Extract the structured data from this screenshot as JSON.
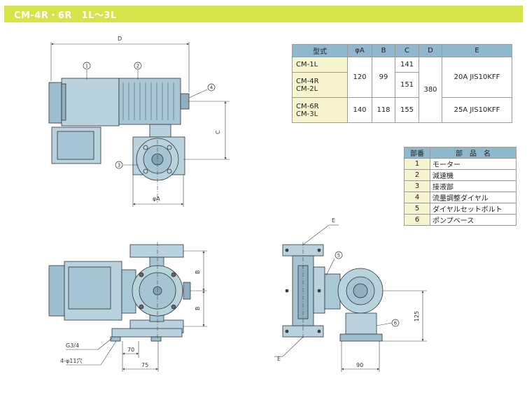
{
  "title": "CM-4R・6R　1L〜3L",
  "dims": {
    "D": "D",
    "C": "C",
    "phiA": "φA",
    "B_top": "B",
    "B_bottom": "B",
    "E_top": "E",
    "E_bottom": "E",
    "d70": "70",
    "d75": "75",
    "d90": "90",
    "d125": "125",
    "g34": "G3/4",
    "holes": "4-φ11穴"
  },
  "callouts": {
    "c1": "1",
    "c2": "2",
    "c3": "3",
    "c4": "4",
    "c5": "5",
    "c6": "6"
  },
  "spec_table": {
    "headers": [
      "型式",
      "φA",
      "B",
      "C",
      "D",
      "E"
    ],
    "rows": {
      "r1": {
        "model": "CM-1L",
        "C": "141"
      },
      "r2": {
        "model_a": "CM-4R",
        "model_b": "CM-2L",
        "A": "120",
        "B": "99",
        "C": "151",
        "D": "380",
        "E": "20A JIS10KFF"
      },
      "r3": {
        "model_a": "CM-6R",
        "model_b": "CM-3L",
        "A": "140",
        "B": "118",
        "C": "155",
        "E": "25A JIS10KFF"
      }
    }
  },
  "parts_table": {
    "headers": [
      "部番",
      "部　品　名"
    ],
    "items": [
      {
        "num": "1",
        "name": "モーター"
      },
      {
        "num": "2",
        "name": "減速機"
      },
      {
        "num": "3",
        "name": "接液部"
      },
      {
        "num": "4",
        "name": "流量調整ダイヤル"
      },
      {
        "num": "5",
        "name": "ダイヤルセットボルト"
      },
      {
        "num": "6",
        "name": "ポンプベース"
      }
    ]
  },
  "colors": {
    "title_bar": "#d6e34a",
    "body": "#b8d2de",
    "dark": "#7fa4b7",
    "header": "#8fb8cf",
    "model_cell": "#f6f4cf"
  }
}
